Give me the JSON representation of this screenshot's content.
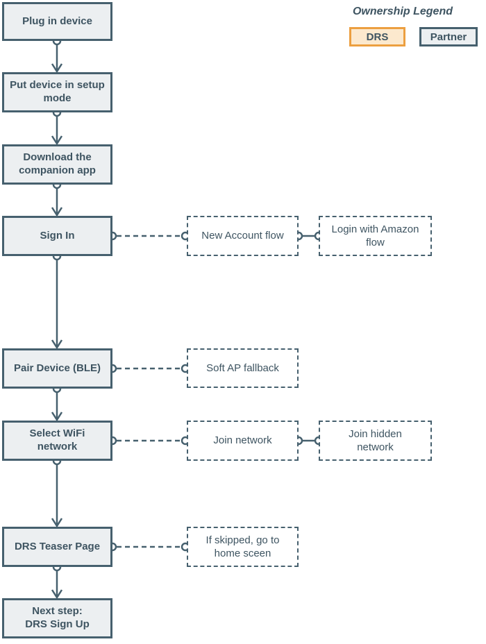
{
  "legend": {
    "title": "Ownership Legend",
    "items": [
      {
        "label": "DRS",
        "fill": "#FCE9CE",
        "border": "#EC9F40"
      },
      {
        "label": "Partner",
        "fill": "#ECEFF1",
        "border": "#46606E"
      }
    ]
  },
  "flow": {
    "main_nodes": [
      {
        "id": "plug_in_device",
        "label": "Plug in device",
        "ownership": "Partner"
      },
      {
        "id": "setup_mode",
        "label": "Put device in setup\nmode",
        "ownership": "Partner"
      },
      {
        "id": "download_app",
        "label": "Download the\ncompanion app",
        "ownership": "Partner"
      },
      {
        "id": "sign_in",
        "label": "Sign In",
        "ownership": "Partner"
      },
      {
        "id": "pair_ble",
        "label": "Pair Device (BLE)",
        "ownership": "Partner"
      },
      {
        "id": "select_wifi",
        "label": "Select WiFi\nnetwork",
        "ownership": "Partner"
      },
      {
        "id": "drs_teaser",
        "label": "DRS Teaser Page",
        "ownership": "Partner"
      },
      {
        "id": "next_drs_signup",
        "label": "Next step:\nDRS Sign Up",
        "ownership": "Partner"
      }
    ],
    "branch_nodes": [
      {
        "id": "new_account",
        "label": "New Account flow"
      },
      {
        "id": "login_amazon",
        "label": "Login with Amazon\nflow"
      },
      {
        "id": "soft_ap",
        "label": "Soft AP fallback"
      },
      {
        "id": "join_network",
        "label": "Join network"
      },
      {
        "id": "join_hidden",
        "label": "Join hidden\nnetwork"
      },
      {
        "id": "if_skipped",
        "label": "If skipped, go to\nhome sceen"
      }
    ],
    "edges": [
      {
        "from": "plug_in_device",
        "to": "setup_mode",
        "style": "solid-arrow"
      },
      {
        "from": "setup_mode",
        "to": "download_app",
        "style": "solid-arrow"
      },
      {
        "from": "download_app",
        "to": "sign_in",
        "style": "solid-arrow"
      },
      {
        "from": "sign_in",
        "to": "pair_ble",
        "style": "solid-arrow"
      },
      {
        "from": "pair_ble",
        "to": "select_wifi",
        "style": "solid-arrow"
      },
      {
        "from": "select_wifi",
        "to": "drs_teaser",
        "style": "solid-arrow"
      },
      {
        "from": "drs_teaser",
        "to": "next_drs_signup",
        "style": "solid-arrow"
      },
      {
        "from": "sign_in",
        "to": "new_account",
        "style": "dashed-link"
      },
      {
        "from": "new_account",
        "to": "login_amazon",
        "style": "solid-link"
      },
      {
        "from": "pair_ble",
        "to": "soft_ap",
        "style": "dashed-link"
      },
      {
        "from": "select_wifi",
        "to": "join_network",
        "style": "dashed-link"
      },
      {
        "from": "join_network",
        "to": "join_hidden",
        "style": "solid-link"
      },
      {
        "from": "drs_teaser",
        "to": "if_skipped",
        "style": "dashed-link"
      }
    ]
  },
  "colors": {
    "line": "#46606E",
    "text": "#3E5461",
    "node_fill": "#ECEFF1",
    "dashed_fill": "#FFFFFF",
    "drs_fill": "#FCE9CE",
    "drs_border": "#EC9F40",
    "bg": "#FFFFFF"
  }
}
